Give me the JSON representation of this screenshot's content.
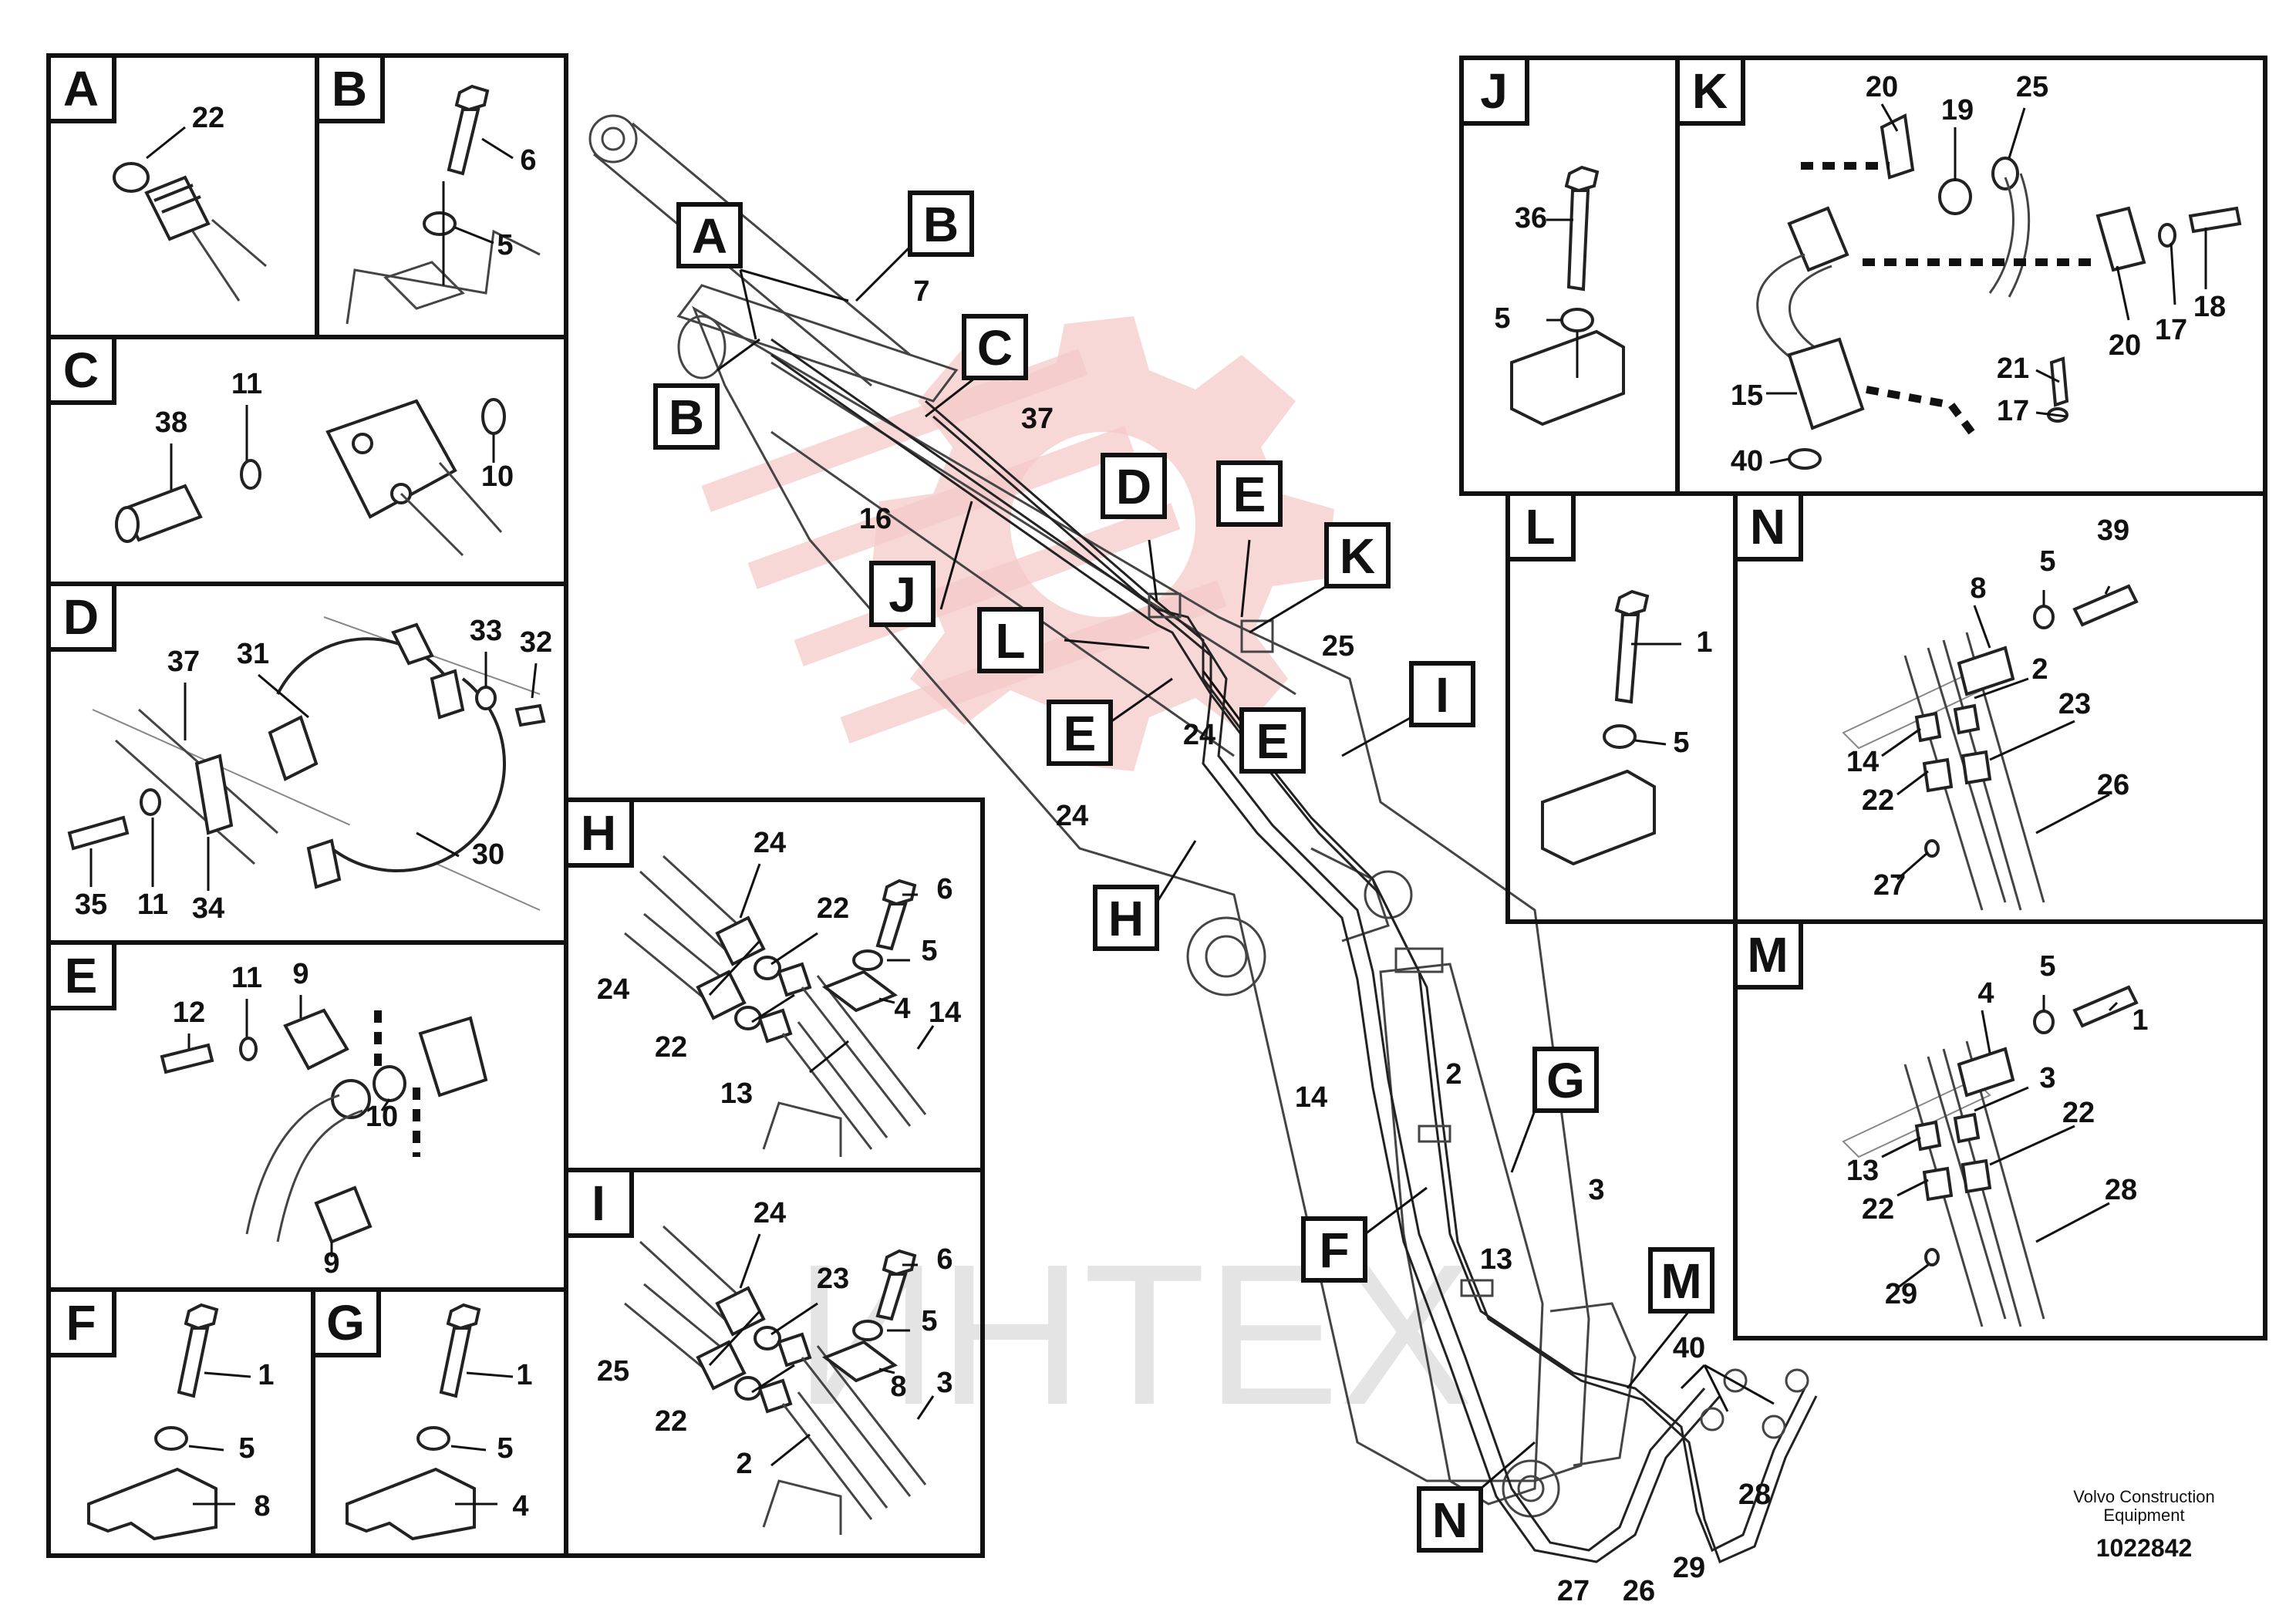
{
  "watermark": "ИНТЕХ",
  "footer": {
    "company_line1": "Volvo Construction",
    "company_line2": "Equipment",
    "drawing_number": "1022842"
  },
  "panels": {
    "A": {
      "letter": "A",
      "labels": {
        "n22": "22"
      }
    },
    "B": {
      "letter": "B",
      "labels": {
        "n6": "6",
        "n5": "5"
      }
    },
    "C": {
      "letter": "C",
      "labels": {
        "n38": "38",
        "n11": "11",
        "n10": "10"
      }
    },
    "D": {
      "letter": "D",
      "labels": {
        "n37": "37",
        "n31": "31",
        "n33": "33",
        "n32": "32",
        "n35": "35",
        "n11": "11",
        "n34": "34",
        "n30": "30"
      }
    },
    "E": {
      "letter": "E",
      "labels": {
        "n9a": "9",
        "n12": "12",
        "n11": "11",
        "n10": "10",
        "n9b": "9"
      }
    },
    "F": {
      "letter": "F",
      "labels": {
        "n1": "1",
        "n5": "5",
        "n8": "8"
      }
    },
    "G": {
      "letter": "G",
      "labels": {
        "n1": "1",
        "n5": "5",
        "n4": "4"
      }
    },
    "H": {
      "letter": "H",
      "labels": {
        "n24a": "24",
        "n24b": "24",
        "n22a": "22",
        "n22b": "22",
        "n6": "6",
        "n5": "5",
        "n4": "4",
        "n14": "14",
        "n13": "13"
      }
    },
    "I": {
      "letter": "I",
      "labels": {
        "n24": "24",
        "n25": "25",
        "n23": "23",
        "n22": "22",
        "n6": "6",
        "n5": "5",
        "n8": "8",
        "n3": "3",
        "n2": "2"
      }
    },
    "J": {
      "letter": "J",
      "labels": {
        "n36": "36",
        "n5": "5"
      }
    },
    "K": {
      "letter": "K",
      "labels": {
        "n20a": "20",
        "n19": "19",
        "n25": "25",
        "n18": "18",
        "n17a": "17",
        "n20b": "20",
        "n21": "21",
        "n17b": "17",
        "n15": "15",
        "n40": "40"
      }
    },
    "L": {
      "letter": "L",
      "labels": {
        "n1": "1",
        "n5": "5"
      }
    },
    "N": {
      "letter": "N",
      "labels": {
        "n39": "39",
        "n8": "8",
        "n5": "5",
        "n2": "2",
        "n23": "23",
        "n14": "14",
        "n22": "22",
        "n26": "26",
        "n27": "27"
      }
    },
    "M": {
      "letter": "M",
      "labels": {
        "n5": "5",
        "n4": "4",
        "n1": "1",
        "n3": "3",
        "n22a": "22",
        "n13": "13",
        "n22b": "22",
        "n28": "28",
        "n29": "29"
      }
    }
  },
  "main": {
    "callouts": {
      "A": "A",
      "B1": "B",
      "B2": "B",
      "C": "C",
      "J": "J",
      "D": "D",
      "E1": "E",
      "K": "K",
      "L": "L",
      "E2": "E",
      "E3": "E",
      "I": "I",
      "H": "H",
      "G": "G",
      "F": "F",
      "M": "M",
      "N": "N"
    },
    "numbers": {
      "n7": "7",
      "n37": "37",
      "n16": "16",
      "n25": "25",
      "n24a": "24",
      "n24b": "24",
      "n2": "2",
      "n14": "14",
      "n3": "3",
      "n13": "13",
      "n40": "40",
      "n28": "28",
      "n27": "27",
      "n26": "26",
      "n29": "29"
    }
  }
}
